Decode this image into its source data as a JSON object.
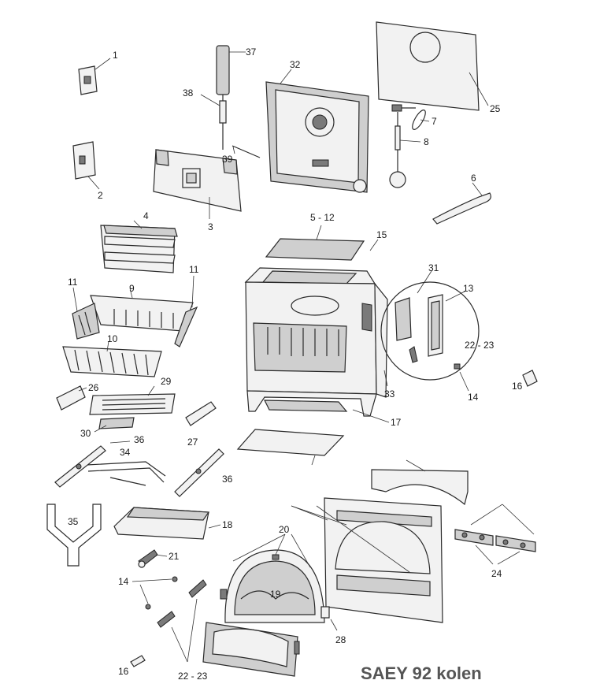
{
  "diagram": {
    "title": "SAEY 92 kolen",
    "labels": {
      "p1": "1",
      "p2": "2",
      "p3": "3",
      "p4": "4",
      "p5_12": "5 - 12",
      "p6": "6",
      "p7": "7",
      "p8": "8",
      "p9": "9",
      "p10": "10",
      "p11a": "11",
      "p11b": "11",
      "p13": "13",
      "p14a": "14",
      "p14b": "14",
      "p15": "15",
      "p16a": "16",
      "p16b": "16",
      "p17": "17",
      "p18": "18",
      "p19": "19",
      "p20": "20",
      "p21": "21",
      "p22_23a": "22 - 23",
      "p22_23b": "22 - 23",
      "p24": "24",
      "p25": "25",
      "p26": "26",
      "p27": "27",
      "p28": "28",
      "p29": "29",
      "p30": "30",
      "p31": "31",
      "p32": "32",
      "p33": "33",
      "p34": "34",
      "p35": "35",
      "p36a": "36",
      "p36b": "36",
      "p37": "37",
      "p38": "38",
      "p39": "39"
    }
  }
}
